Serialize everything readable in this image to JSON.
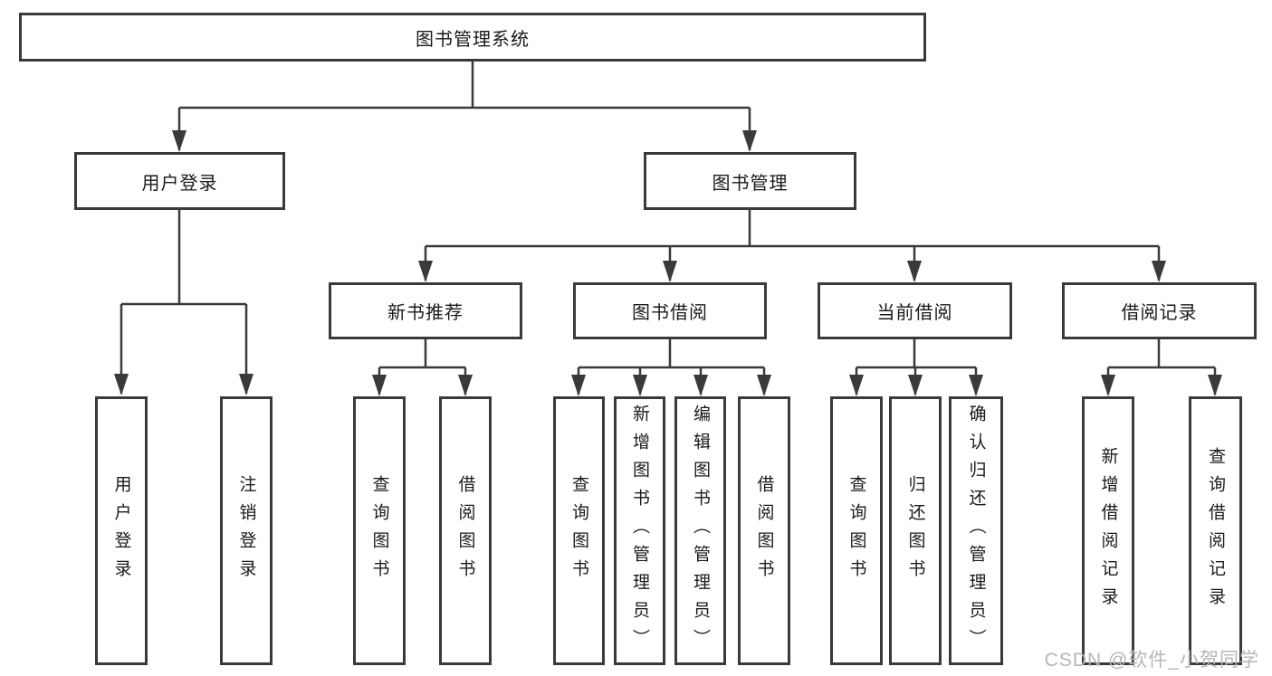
{
  "diagram": {
    "root": {
      "label": "图书管理系统"
    },
    "branches": [
      {
        "label": "用户登录"
      },
      {
        "label": "图书管理"
      }
    ],
    "modules": [
      {
        "label": "新书推荐"
      },
      {
        "label": "图书借阅"
      },
      {
        "label": "当前借阅"
      },
      {
        "label": "借阅记录"
      }
    ],
    "leaves": [
      {
        "label": "用户登录"
      },
      {
        "label": "注销登录"
      },
      {
        "label": "查询图书"
      },
      {
        "label": "借阅图书"
      },
      {
        "label": "查询图书"
      },
      {
        "label": "新增图书（管理员）"
      },
      {
        "label": "编辑图书（管理员）"
      },
      {
        "label": "借阅图书"
      },
      {
        "label": "查询图书"
      },
      {
        "label": "归还图书"
      },
      {
        "label": "确认归还（管理员）"
      },
      {
        "label": "新增借阅记录"
      },
      {
        "label": "查询借阅记录"
      }
    ]
  },
  "watermark": "CSDN @软件_小贺同学",
  "colors": {
    "line": "#3a3a3a",
    "text": "#1a1a1a",
    "watermark": "#b6b6b6",
    "background": "#ffffff"
  }
}
